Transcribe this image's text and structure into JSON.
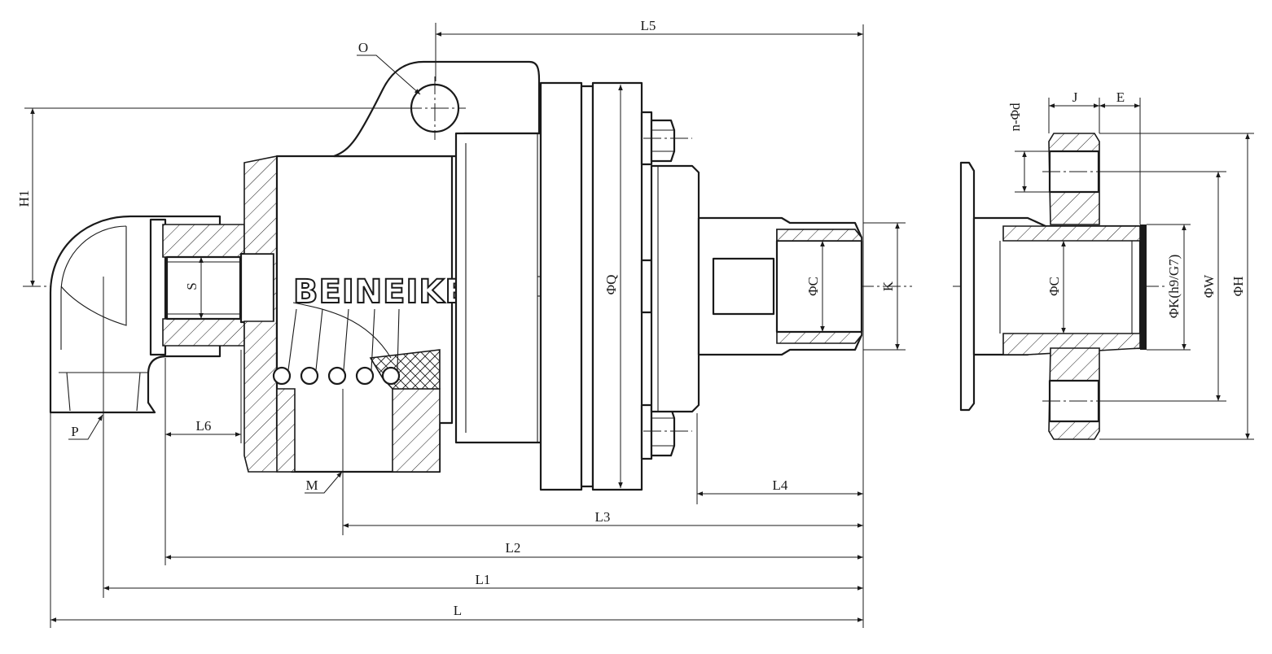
{
  "brand": "BEINEIKE",
  "labels": {
    "O": "O",
    "P": "P",
    "M": "M",
    "S": "S",
    "H1": "H1",
    "L": "L",
    "L1": "L1",
    "L2": "L2",
    "L3": "L3",
    "L4": "L4",
    "L5": "L5",
    "L6": "L6",
    "phiQ": "ΦQ",
    "phiC_main": "ΦC",
    "K": "K",
    "phiC_flange": "ΦC",
    "phiK": "ΦK(h9/G7)",
    "phiW": "ΦW",
    "phiH": "ΦH",
    "n_phi_d": "n-Φd",
    "J": "J",
    "E": "E"
  }
}
